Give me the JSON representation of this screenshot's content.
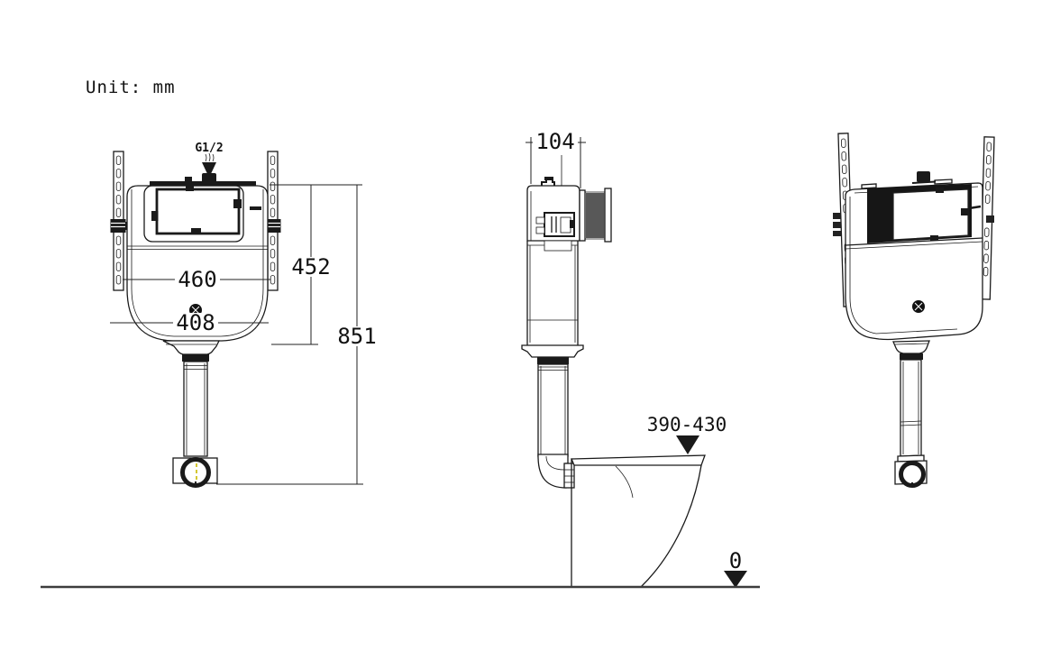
{
  "unit_note": "Unit: mm",
  "colors": {
    "background": "#ffffff",
    "line": "#1a1a1a",
    "ground": "#3d3d3d",
    "hatch": "#111111",
    "accent_yellow": "#c9b900"
  },
  "front_view": {
    "inlet_label": "G1/2",
    "dim_width_upper": "460",
    "dim_width_lower": "408",
    "dim_tank_height": "452",
    "dim_total_height": "851"
  },
  "side_view": {
    "dim_depth": "104",
    "dim_rim_height_range": "390-430",
    "dim_floor_level": "0"
  }
}
